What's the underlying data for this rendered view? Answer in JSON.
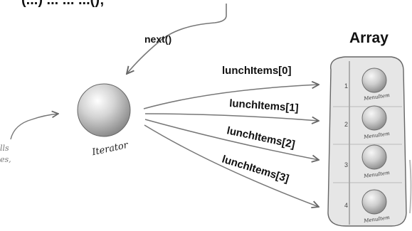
{
  "top_code": "(...) ... ... ...();",
  "next_label": "next()",
  "iterator_label": "Iterator",
  "side_note": [
    "lls",
    "es,"
  ],
  "array": {
    "title": "Array",
    "slots": [
      {
        "index": "1",
        "item": "MenuItem"
      },
      {
        "index": "2",
        "item": "MenuItem"
      },
      {
        "index": "3",
        "item": "MenuItem"
      },
      {
        "index": "4",
        "item": "MenuItem"
      }
    ]
  },
  "refs": [
    "lunchItems[0]",
    "lunchItems[1]",
    "lunchItems[2]",
    "lunchItems[3]"
  ],
  "colors": {
    "ink": "#111111",
    "line": "#777777",
    "panel": "#e6e6e6",
    "ball": "#cfcfcf"
  }
}
